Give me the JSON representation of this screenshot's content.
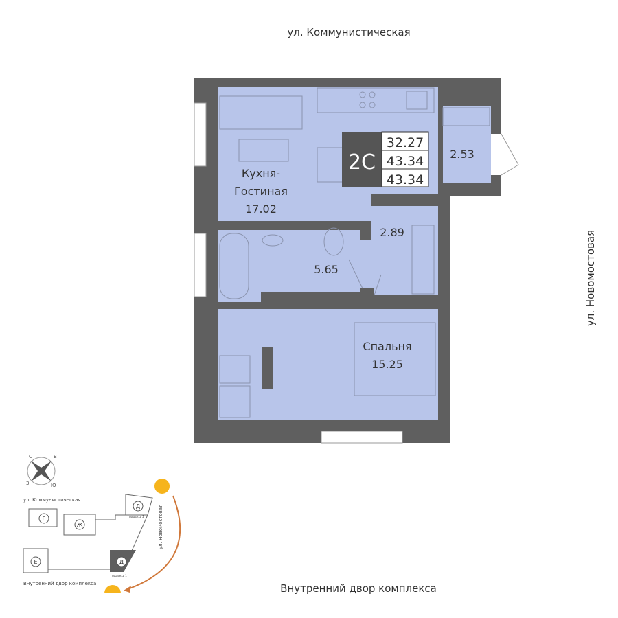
{
  "streets": {
    "top": "ул. Коммунистическая",
    "right": "ул. Новомостовая",
    "bottom": "Внутренний двор комплекса"
  },
  "rooms": {
    "kitchen_name_1": "Кухня-",
    "kitchen_name_2": "Гостиная",
    "kitchen_area": "17.02",
    "balcony_area": "2.53",
    "hall_area": "2.89",
    "bath_area": "5.65",
    "bedroom_name": "Спальня",
    "bedroom_area": "15.25"
  },
  "badge": {
    "type": "2С",
    "living_area": "32.27",
    "total_area": "43.34",
    "total_area_2": "43.34"
  },
  "site_plan": {
    "street_top": "ул. Коммунистическая",
    "street_right": "ул. Новомостовая",
    "courtyard": "Внутренний двор комплекса",
    "buildings": [
      "Г",
      "Ж",
      "Е",
      "Д",
      "Д"
    ],
    "entrance_2": "подъезд 2",
    "entrance_1": "подъезд 1",
    "compass": {
      "n": "С",
      "e": "В",
      "w": "З",
      "s": "Ю"
    }
  },
  "colors": {
    "wall": "#5f5f5f",
    "room": "#b8c5ea",
    "accent": "#d0783a"
  }
}
